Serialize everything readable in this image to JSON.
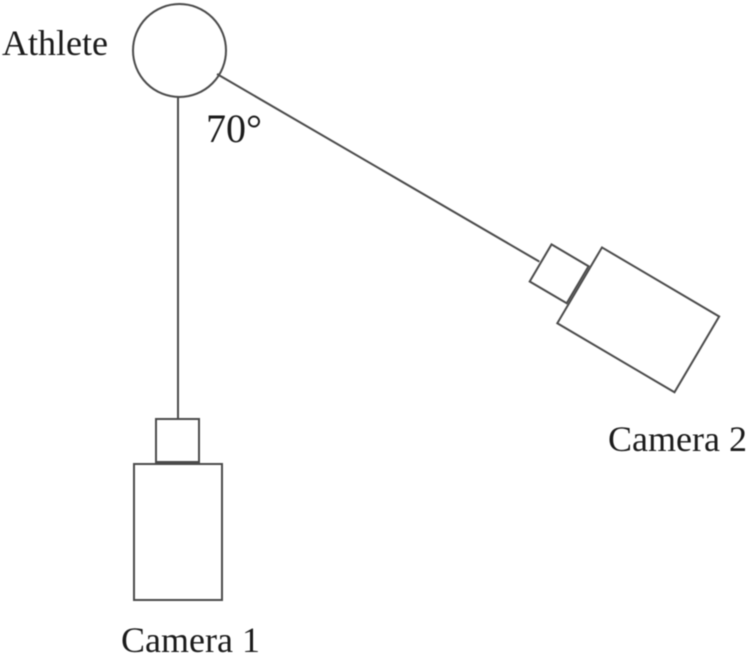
{
  "diagram": {
    "labels": {
      "athlete": "Athlete",
      "angle": "70°",
      "camera1": "Camera 1",
      "camera2": "Camera 2"
    },
    "angle_value_degrees": 70,
    "colors": {
      "stroke": "#4a4a4a",
      "text": "#1b1b1b",
      "background": "#ffffff"
    }
  }
}
